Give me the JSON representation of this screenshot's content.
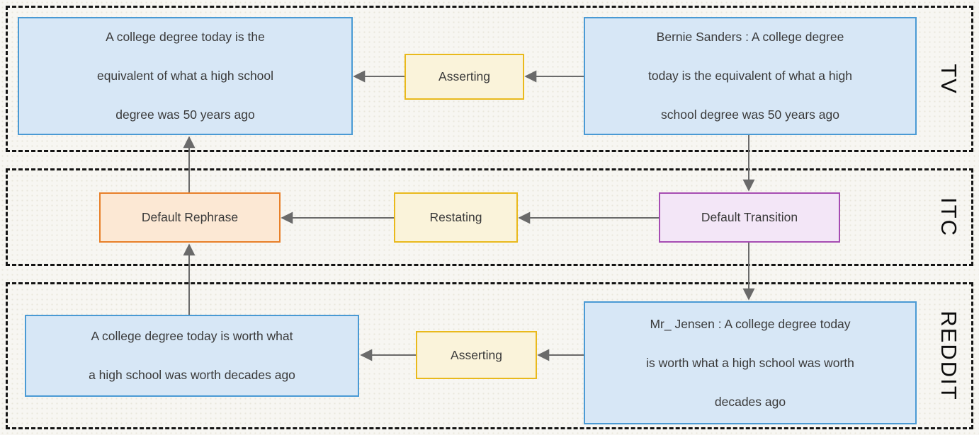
{
  "colors": {
    "background": "#f7f6f2",
    "lane_border": "#141414",
    "arrow": "#6a6a6a",
    "node_text": "#3a3a3a",
    "blue_fill": "#d7e7f6",
    "blue_border": "#4a9ad4",
    "yellow_fill": "#faf3da",
    "yellow_border": "#e9b91c",
    "orange_fill": "#fce8d4",
    "orange_border": "#e87f28",
    "purple_fill": "#f3e6f7",
    "purple_border": "#a64cb2"
  },
  "lanes": [
    {
      "id": "tv",
      "label": "TV"
    },
    {
      "id": "itc",
      "label": "ITC"
    },
    {
      "id": "reddit",
      "label": "REDDIT"
    }
  ],
  "nodes": {
    "tv_claim": {
      "text": "A college degree today is the\nequivalent of what a high school\ndegree was 50 years ago"
    },
    "tv_asserting": {
      "text": "Asserting"
    },
    "tv_source": {
      "text": "Bernie Sanders : A college degree\ntoday is the equivalent of what a high\nschool degree was 50 years ago"
    },
    "itc_rephrase": {
      "text": "Default Rephrase"
    },
    "itc_restating": {
      "text": "Restating"
    },
    "itc_transition": {
      "text": "Default Transition"
    },
    "reddit_claim": {
      "text": "A college degree today is worth what\na high school was worth decades ago"
    },
    "reddit_asserting": {
      "text": "Asserting"
    },
    "reddit_source": {
      "text": "Mr_ Jensen : A college degree today\nis worth what a high school was worth\ndecades ago"
    }
  },
  "edges": [
    {
      "from": "tv_source",
      "to": "tv_asserting"
    },
    {
      "from": "tv_asserting",
      "to": "tv_claim"
    },
    {
      "from": "tv_source",
      "to": "itc_transition"
    },
    {
      "from": "itc_transition",
      "to": "itc_restating"
    },
    {
      "from": "itc_restating",
      "to": "itc_rephrase"
    },
    {
      "from": "itc_rephrase",
      "to": "tv_claim"
    },
    {
      "from": "itc_transition",
      "to": "reddit_source"
    },
    {
      "from": "reddit_source",
      "to": "reddit_asserting"
    },
    {
      "from": "reddit_asserting",
      "to": "reddit_claim"
    },
    {
      "from": "reddit_claim",
      "to": "itc_rephrase"
    }
  ]
}
